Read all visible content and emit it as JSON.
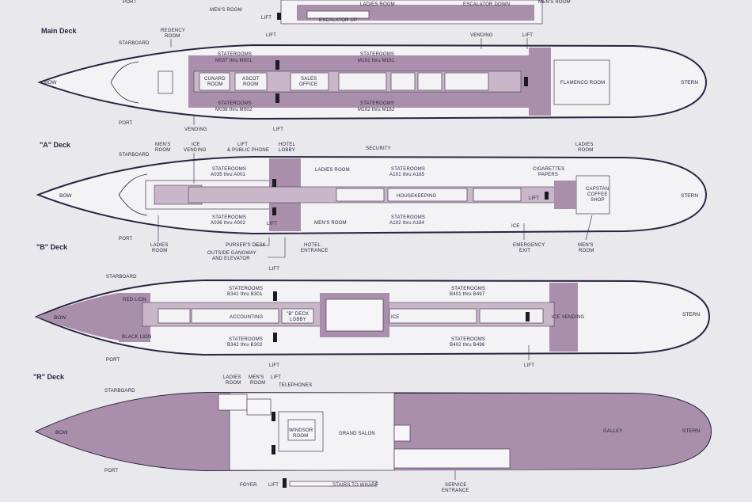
{
  "top_strip": {
    "port": "PORT",
    "mens_room": "MEN'S ROOM",
    "ladies_room": "LADIES ROOM",
    "escalator_up": "ESCALATOR UP",
    "escalator_down": "ESCALATOR DOWN",
    "mens_room_2": "MEN'S ROOM",
    "lift": "LIFT"
  },
  "decks": {
    "main": {
      "title": "Main Deck",
      "starboard": "STARBOARD",
      "port": "PORT",
      "bow": "BOW",
      "stern": "STERN",
      "regency_1": "REGENCY",
      "regency_2": "ROOM",
      "state_top_1": "STATEROOMS",
      "state_top_2": "M037 thru M001",
      "state_mid_top_1": "STATEROOMS",
      "state_mid_top_2": "M101 thru M161",
      "state_bot_1": "STATEROOMS",
      "state_bot_2": "M036 thru M002",
      "state_mid_bot_1": "STATEROOMS",
      "state_mid_bot_2": "M102 thru M162",
      "cunard_1": "CUNARD",
      "cunard_2": "ROOM",
      "ascot_1": "ASCOT",
      "ascot_2": "ROOM",
      "sales_1": "SALES",
      "sales_2": "OFFICE",
      "flamenco": "FLAMENCO ROOM",
      "vending_top": "VENDING",
      "lift_top": "LIFT",
      "lift_top_left": "LIFT",
      "vending_bot": "VENDING",
      "lift_bot": "LIFT"
    },
    "a": {
      "title": "\"A\" Deck",
      "starboard": "STARBOARD",
      "port": "PORT",
      "bow": "BOW",
      "stern": "STERN",
      "mens_1": "MEN'S",
      "mens_2": "ROOM",
      "ice_1": "ICE",
      "ice_2": "VENDING",
      "lift_phone_1": "LIFT",
      "lift_phone_2": "& PUBLIC PHONE",
      "hotel_lobby_1": "HOTEL",
      "hotel_lobby_2": "LOBBY",
      "security": "SECURITY",
      "ladies_top_1": "LADIES",
      "ladies_top_2": "ROOM",
      "cigarettes_1": "CIGARETTES",
      "cigarettes_2": "PAPERS",
      "state_top_1": "STATEROOMS",
      "state_top_2": "A035 thru A001",
      "ladies_room": "LADIES ROOM",
      "state_mid_top_1": "STATEROOMS",
      "state_mid_top_2": "A101 thru A185",
      "housekeeping": "HOUSEKEEPING",
      "lift_right": "LIFT",
      "capstan_1": "CAPSTAN",
      "capstan_2": "COFFEE",
      "capstan_3": "SHOP",
      "state_bot_1": "STATEROOMS",
      "state_bot_2": "A036 thru A002",
      "lift_bot": "LIFT",
      "mens_room": "MEN'S ROOM",
      "state_mid_bot_1": "STATEROOMS",
      "state_mid_bot_2": "A102 thru A184",
      "ice": "ICE",
      "ladies_bot_1": "LADIES",
      "ladies_bot_2": "ROOM",
      "pursers": "PURSER'S DESK",
      "gangway_1": "OUTSIDE GANGWAY",
      "gangway_2": "AND ELEVATOR",
      "hotel_ent_1": "HOTEL",
      "hotel_ent_2": "ENTRANCE",
      "emergency_1": "EMERGENCY",
      "emergency_2": "EXIT",
      "mens_bot_1": "MEN'S",
      "mens_bot_2": "ROOM"
    },
    "b": {
      "title": "\"B\" Deck",
      "lift_top": "LIFT",
      "starboard": "STARBOARD",
      "port": "PORT",
      "bow": "BOW",
      "stern": "STERN",
      "red_lion": "RED LION",
      "black_lion": "BLACK LION",
      "state_top_1": "STATEROOMS",
      "state_top_2": "B341 thru B301",
      "state_right_top_1": "STATEROOMS",
      "state_right_top_2": "B401 thru B497",
      "accounting": "ACCOUNTING",
      "lobby_1": "\"B\" DECK",
      "lobby_2": "LOBBY",
      "ice": "ICE",
      "ice_vending": "ICE VENDING",
      "state_bot_1": "STATEROOMS",
      "state_bot_2": "B342 thru B302",
      "state_right_bot_1": "STATEROOMS",
      "state_right_bot_2": "B402 thru B496",
      "lift_bot_left": "LIFT",
      "lift_bot_right": "LIFT"
    },
    "r": {
      "title": "\"R\" Deck",
      "starboard": "STARBOARD",
      "port": "PORT",
      "bow": "BOW",
      "stern": "STERN",
      "ladies_1": "LADIES",
      "ladies_2": "ROOM",
      "mens_1": "MEN'S",
      "mens_2": "ROOM",
      "lift_top": "LIFT",
      "telephones": "TELEPHONES",
      "windsor_1": "WINDSOR",
      "windsor_2": "ROOM",
      "grand_salon": "GRAND SALON",
      "galley": "GALLEY",
      "foyer": "FOYER",
      "lift_bot": "LIFT",
      "stairs": "STAIRS TO WHARF",
      "service_1": "SERVICE",
      "service_2": "ENTRANCE"
    }
  }
}
